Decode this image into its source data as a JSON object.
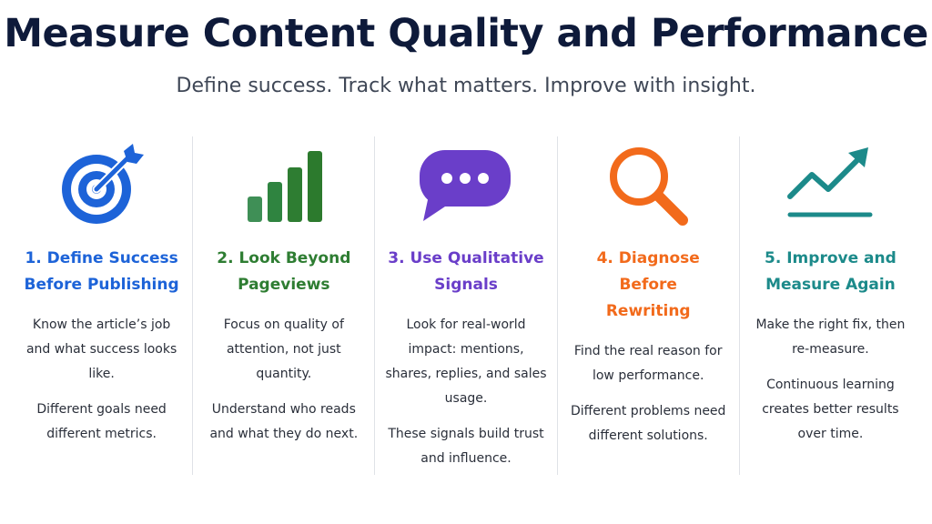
{
  "title": "Measure Content Quality and Performance",
  "subtitle": "Define success. Track what matters. Improve with insight.",
  "columns": [
    {
      "icon": "target-icon",
      "color": "#1d63d8",
      "heading_line1": "1. Define Success",
      "heading_line2": "Before Publishing",
      "para1": "Know the article’s job and what success looks like.",
      "para2": "Different goals need different metrics."
    },
    {
      "icon": "bar-chart-icon",
      "color": "#2e7d32",
      "heading_line1": "2. Look Beyond",
      "heading_line2": "Pageviews",
      "para1": "Focus on quality of attention, not just quantity.",
      "para2": "Understand who reads and what they do next."
    },
    {
      "icon": "chat-bubble-icon",
      "color": "#6a3ec9",
      "heading_line1": "3. Use Qualitative",
      "heading_line2": "Signals",
      "para1": "Look for real-world impact: mentions, shares, replies, and sales usage.",
      "para2": "These signals build trust and influence."
    },
    {
      "icon": "magnifier-icon",
      "color": "#f26a1b",
      "heading_line1": "4. Diagnose Before",
      "heading_line2": "Rewriting",
      "para1": "Find the real reason for low performance.",
      "para2": "Different problems need different solutions."
    },
    {
      "icon": "trend-up-icon",
      "color": "#1c8a8a",
      "heading_line1": "5. Improve and",
      "heading_line2": "Measure Again",
      "para1": "Make the right fix, then re-measure.",
      "para2": "Continuous learning creates better results over time."
    }
  ]
}
